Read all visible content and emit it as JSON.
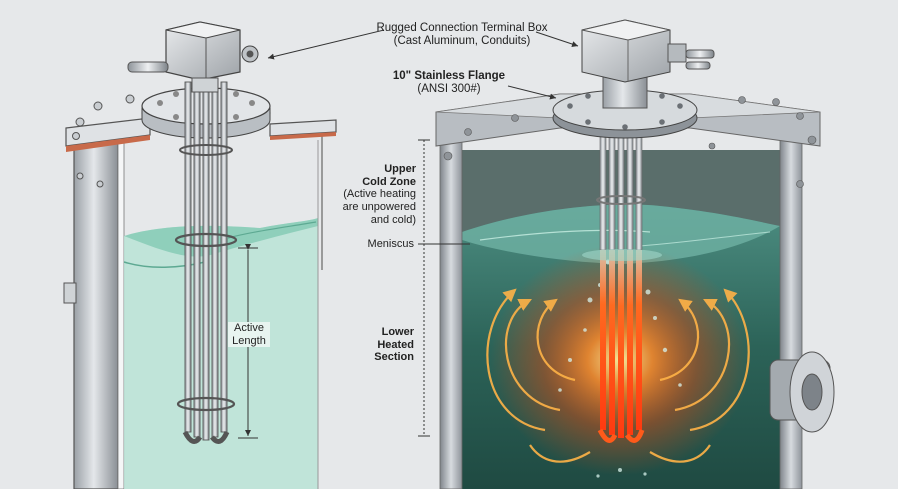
{
  "labels": {
    "terminal_box_title": "Rugged Connection Terminal Box",
    "terminal_box_sub": "(Cast Aluminum, Conduits)",
    "flange_title": "10\" Stainless Flange",
    "flange_sub": "(ANSI 300#)",
    "upper_zone_line1": "Upper",
    "upper_zone_line2": "Cold Zone",
    "upper_zone_note": "(Active heating are unpowered and cold)",
    "meniscus": "Meniscus",
    "lower_line1": "Lower",
    "lower_line2": "Heated",
    "lower_line3": "Section",
    "active_length": "Active Length"
  },
  "colors": {
    "background": "#e6e8ea",
    "steel": "#c9cdd1",
    "steel_dark": "#8b9096",
    "water_left": "#a9dccd",
    "water_right": "#2f6f63",
    "heat": "#ff5a1a",
    "heat_glow": "#ffb347"
  }
}
